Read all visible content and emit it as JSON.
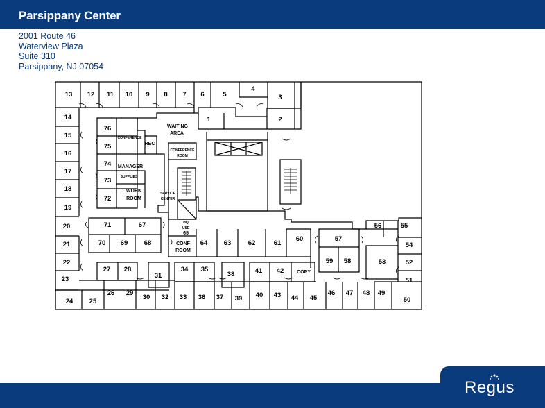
{
  "header": {
    "title": "Parsippany Center",
    "address_lines": [
      "2001 Route 46",
      "Waterview Plaza",
      "Suite 310",
      "Parsippany, NJ 07054"
    ]
  },
  "logo": {
    "text": "Regus",
    "icon": "regus-crown-icon"
  },
  "colors": {
    "brand": "#0a3b7c",
    "line": "#000000",
    "background": "#ffffff"
  },
  "floorplan": {
    "rooms": {
      "r13": "13",
      "r12": "12",
      "r11": "11",
      "r10": "10",
      "r9": "9",
      "r8": "8",
      "r7": "7",
      "r6": "6",
      "r5": "5",
      "r4": "4",
      "r3": "3",
      "r2": "2",
      "r1": "1",
      "r14": "14",
      "r15": "15",
      "r16": "16",
      "r17": "17",
      "r18": "18",
      "r19": "19",
      "r20": "20",
      "r21": "21",
      "r22": "22",
      "r23": "23",
      "r24": "24",
      "r25": "25",
      "r26": "26",
      "r27": "27",
      "r28": "28",
      "r29": "29",
      "r30": "30",
      "r31": "31",
      "r32": "32",
      "r33": "33",
      "r34": "34",
      "r35": "35",
      "r36": "36",
      "r37": "37",
      "r38": "38",
      "r39": "39",
      "r40": "40",
      "r41": "41",
      "r42": "42",
      "r43": "43",
      "r44": "44",
      "r45": "45",
      "r46": "46",
      "r47": "47",
      "r48": "48",
      "r49": "49",
      "r50": "50",
      "r51": "51",
      "r52": "52",
      "r53": "53",
      "r54": "54",
      "r55": "55",
      "r56": "56",
      "r57": "57",
      "r58": "58",
      "r59": "59",
      "r60": "60",
      "r61": "61",
      "r62": "62",
      "r63": "63",
      "r64": "64",
      "r65": "65",
      "r67": "67",
      "r68": "68",
      "r69": "69",
      "r70": "70",
      "r71": "71",
      "r72": "72",
      "r73": "73",
      "r74": "74",
      "r75": "75",
      "r76": "76"
    },
    "labels": {
      "waiting_1": "WAITING",
      "waiting_2": "AREA",
      "rec": "REC",
      "conference_room_1": "CONFERENCE",
      "conference_room_2": "ROOM",
      "conference": "CONFERENCE",
      "manager": "MANAGER",
      "supplies": "SUPPLIES",
      "work_1": "WORK",
      "work_2": "ROOM",
      "service_1": "SERVICE",
      "service_2": "CENTER",
      "hq": "HQ",
      "use": "USE",
      "conf_1": "CONF",
      "conf_2": "ROOM",
      "copy": "COPY"
    }
  }
}
